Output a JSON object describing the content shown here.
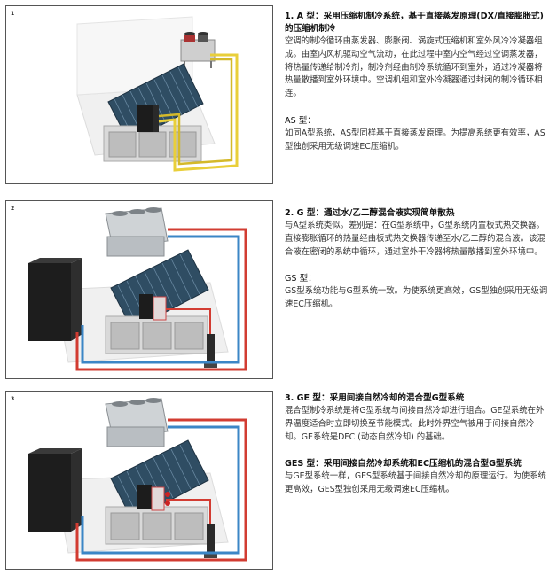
{
  "panels": [
    {
      "number": "1"
    },
    {
      "number": "2"
    },
    {
      "number": "3"
    }
  ],
  "sections": [
    {
      "heading": "1. A 型：采用压缩机制冷系统，基于直接蒸发原理(DX/直接膨胀式)的压缩机制冷",
      "body": "空调的制冷循环由蒸发器、膨胀阀、涡旋式压缩机和室外风冷冷凝器组成。由室内风机驱动空气流动，在此过程中室内空气经过空调蒸发器，将热量传递给制冷剂，制冷剂经由制冷系统循环到室外，通过冷凝器将热量散播到室外环境中。空调机组和室外冷凝器通过封闭的制冷循环相连。",
      "sub_heading": "AS 型：",
      "sub_body": "如同A型系统，AS型同样基于直接蒸发原理。为提高系统更有效率，AS型独创采用无级调速EC压缩机。"
    },
    {
      "heading": "2. G 型：通过水/乙二醇混合液实现简单散热",
      "body": "与A型系统类似。差别是：在G型系统中，G型系统内置板式热交换器。直接膨胀循环的热量经由板式热交换器传递至水/乙二醇的混合液。该混合液在密闭的系统中循环，通过室外干冷器将热量散播到室外环境中。",
      "sub_heading": "GS 型：",
      "sub_body": "GS型系统功能与G型系统一致。为使系统更高效，GS型独创采用无级调速EC压缩机。"
    },
    {
      "heading": "3. GE 型：采用间接自然冷却的混合型G型系统",
      "body": "混合型制冷系统是将G型系统与间接自然冷却进行组合。GE型系统在外界温度适合时立即切换至节能模式。此时外界空气被用于间接自然冷却。GE系统是DFC (动态自然冷却) 的基础。",
      "sub_heading": "GES 型：采用间接自然冷却系统和EC压缩机的混合型G型系统",
      "sub_body": "与GE型系统一样，GES型系统基于间接自然冷却的原理运行。为使系统更高效，GES型独创采用无级调速EC压缩机。"
    }
  ]
}
